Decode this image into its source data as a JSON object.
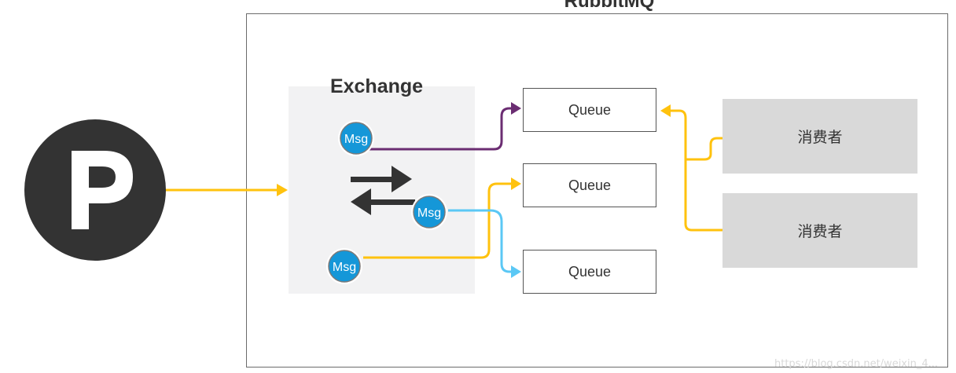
{
  "title": "RubbitMQ",
  "exchange": {
    "label": "Exchange"
  },
  "producer": {
    "label": "P"
  },
  "messages": [
    {
      "label": "Msg"
    },
    {
      "label": "Msg"
    },
    {
      "label": "Msg"
    }
  ],
  "queues": [
    {
      "label": "Queue"
    },
    {
      "label": "Queue"
    },
    {
      "label": "Queue"
    }
  ],
  "consumers": [
    {
      "label": "消费者"
    },
    {
      "label": "消费者"
    }
  ],
  "watermark": "https://blog.csdn.net/weixin_4...",
  "colors": {
    "yellow": "#ffc20e",
    "purple": "#6b2d72",
    "light_blue": "#5bc8f5",
    "msg_blue": "#1597d8",
    "producer_bg": "#333333",
    "exchange_bg": "#f2f2f3",
    "consumer_bg": "#d9d9d9"
  },
  "icons": {
    "exchange": "swap-arrows-icon",
    "producer": "producer-p-icon"
  }
}
